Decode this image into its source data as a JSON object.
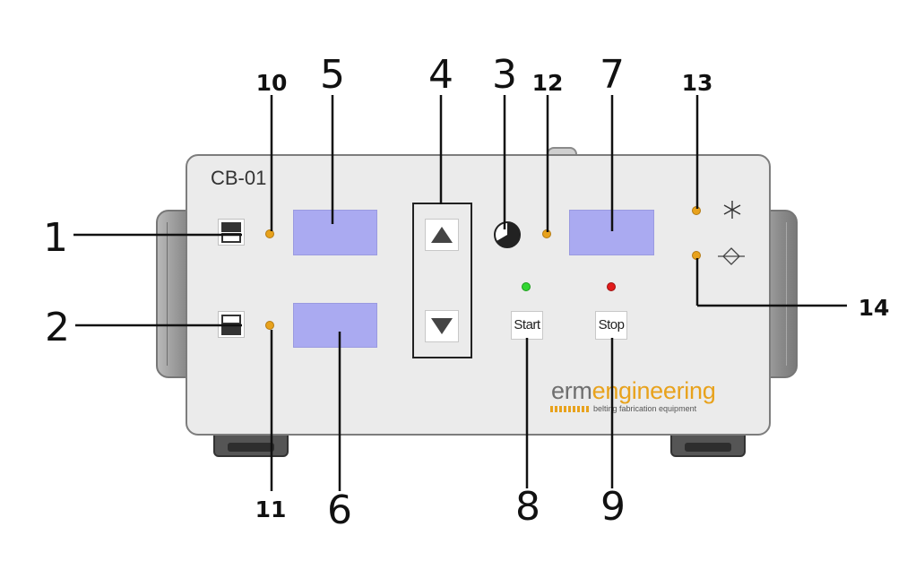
{
  "device": {
    "model": "CB-01",
    "start_label": "Start",
    "stop_label": "Stop",
    "brand_part1": "erm",
    "brand_part2": "engineering",
    "tagline": "belting  fabrication equipment"
  },
  "callouts": {
    "n1": "1",
    "n2": "2",
    "n3": "3",
    "n4": "4",
    "n5": "5",
    "n6": "6",
    "n7": "7",
    "n8": "8",
    "n9": "9",
    "n10": "10",
    "n11": "11",
    "n12": "12",
    "n13": "13",
    "n14": "14"
  },
  "colors": {
    "display": "#aaaaf1",
    "led_amber": "#e8a21c",
    "led_green": "#33d633",
    "led_red": "#e21b1b",
    "brand_accent": "#e8a21c"
  },
  "icons": {
    "top_select": "upper-half-select-icon",
    "bottom_select": "lower-half-select-icon",
    "up": "up-arrow-icon",
    "down": "down-arrow-icon",
    "timer": "timer-icon",
    "cooling": "snowflake-icon",
    "fan": "fan-icon"
  }
}
